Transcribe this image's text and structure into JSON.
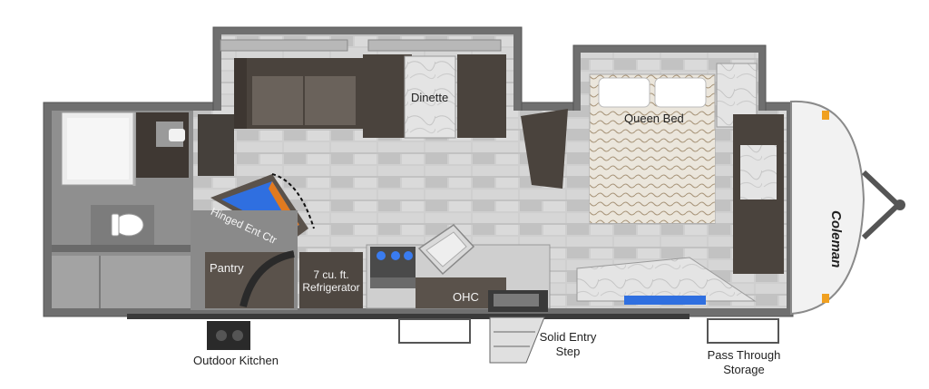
{
  "labels": {
    "dinette": "Dinette",
    "queen_bed": "Queen Bed",
    "hinged_ent_ctr": "Hinged Ent Ctr",
    "pantry": "Pantry",
    "refrigerator_line1": "7 cu. ft.",
    "refrigerator_line2": "Refrigerator",
    "ohc": "OHC",
    "outdoor_kitchen": "Outdoor Kitchen",
    "solid_entry_step_line1": "Solid Entry",
    "solid_entry_step_line2": "Step",
    "pass_through_line1": "Pass Through",
    "pass_through_line2": "Storage"
  },
  "brand": {
    "logo_text": "Coleman"
  },
  "colors": {
    "wall": "#7a7a7a",
    "floor_tile": "#c8c8c8",
    "cabinet_dark": "#4a423c",
    "bath_floor": "#9a9a9a",
    "accent_blue": "#2f6fe0",
    "logo_orange": "#f0a020"
  }
}
